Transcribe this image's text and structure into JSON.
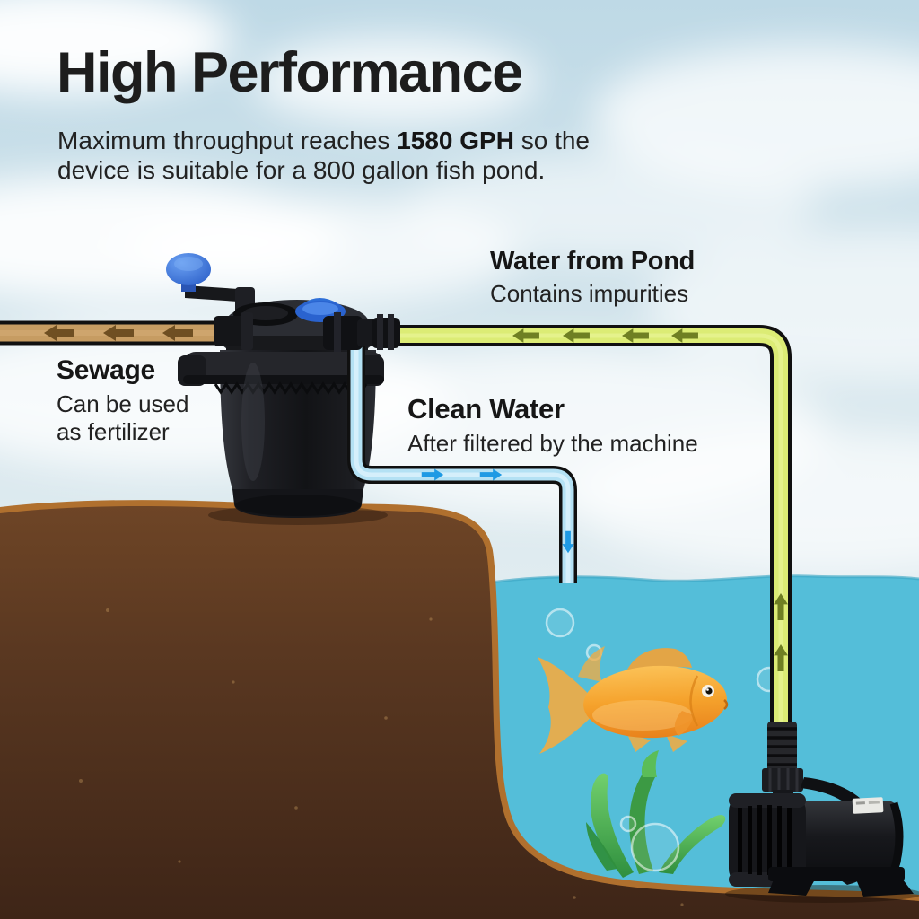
{
  "title": "High Performance",
  "subtitle": {
    "line1_pre": "Maximum throughput reaches ",
    "line1_bold": "1580 GPH",
    "line1_post": " so the",
    "line2": "device is suitable for a 800 gallon fish pond."
  },
  "annotations": {
    "pond_water": {
      "heading": "Water from Pond",
      "description": "Contains impurities"
    },
    "sewage": {
      "heading": "Sewage",
      "description_line1": "Can be used",
      "description_line2": "as fertilizer"
    },
    "clean_water": {
      "heading": "Clean Water",
      "description": "After filtered by the machine"
    }
  },
  "colors": {
    "sky": "#c9dfe9",
    "water": "#54bed9",
    "soil": "#53351f",
    "soil_edge": "#b0702e",
    "pond_pipe": "#dcec75",
    "pond_pipe_arrow": "#6f7f23",
    "clean_pipe": "#b4e1f4",
    "clean_pipe_arrow": "#1f9ae4",
    "sewage_pipe": "#c69c62",
    "sewage_pipe_arrow": "#6f4f22",
    "device_body": "#1a1b1e",
    "device_accent": "#2e6fd8",
    "fish": "#f09c26",
    "plant": "#47a44b"
  },
  "scene": {
    "filter": "pressure-filter",
    "pump": "submersible-pump",
    "fish": "goldfish",
    "plant": "seaweed"
  }
}
